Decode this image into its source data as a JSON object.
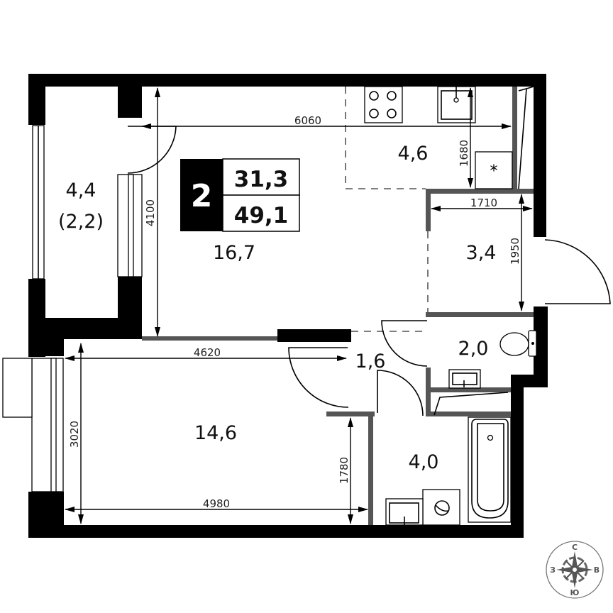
{
  "plan": {
    "rooms_count": "2",
    "living_area": "31,3",
    "total_area": "49,1",
    "rooms": {
      "living_room": "16,7",
      "balcony": "4,4",
      "balcony_reduced": "(2,2)",
      "kitchen": "4,6",
      "hallway": "3,4",
      "toilet": "2,0",
      "corridor": "1,6",
      "bedroom": "14,6",
      "bathroom": "4,0"
    },
    "dimensions": {
      "living_width": "6060",
      "living_height": "4100",
      "kitchen_depth": "1680",
      "hallway_width": "1710",
      "hallway_height": "1950",
      "bedroom_width_top": "4620",
      "bedroom_height": "3020",
      "bedroom_width_bottom": "4980",
      "bedroom_right_height": "1780"
    },
    "compass": {
      "north": "С",
      "east": "В",
      "south": "Ю",
      "west": "З"
    },
    "colors": {
      "wall": "#000000",
      "partition": "#555555",
      "badge": "#000000"
    }
  }
}
